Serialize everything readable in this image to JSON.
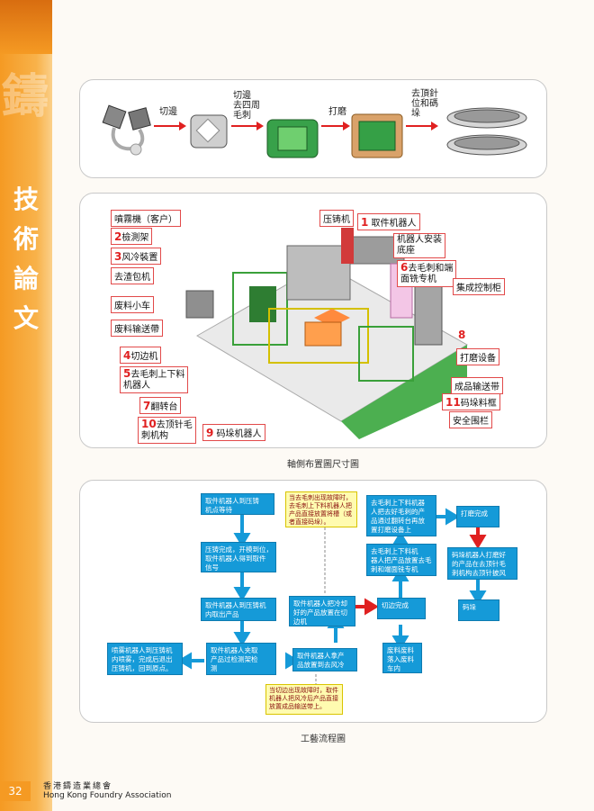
{
  "sidebar": {
    "title_chars": [
      "技",
      "術",
      "論",
      "文"
    ],
    "glyph": "鑄"
  },
  "process": {
    "steps": [
      "切邊",
      "切邊\n去四周\n毛刺",
      "打磨",
      "去頂針\n位和碼\n垛"
    ]
  },
  "layout_figure": {
    "caption": "軸側布置圖尺寸圖",
    "labels": {
      "spray": "噴霧機（客户）",
      "n2": "2",
      "detect": "檢測架",
      "n3": "3",
      "aircool": "风冷裝置",
      "slag": "去渣包机",
      "wastecar": "废料小车",
      "wasteconv": "废料输送帶",
      "n4": "4",
      "trim": "切边机",
      "n5": "5",
      "deburr": "去毛刺上下料\n机器人",
      "n7": "7",
      "turn": "翻转台",
      "n10": "10",
      "ejector": "去顶针毛\n刺机构",
      "n9": "9",
      "stack": "码垛机器人",
      "diecast": "压铸机",
      "n1": "1",
      "take": "取件机器人",
      "base": "机器人安装\n底座",
      "n6": "6",
      "mill": "去毛刺和端\n面铣专机",
      "control": "集成控制柜",
      "n8": "8",
      "grind": "打磨设备",
      "output": "成品输送带",
      "n11": "11",
      "frame": "码垛料框",
      "fence": "安全围栏"
    }
  },
  "flow_figure": {
    "caption": "工藝流程圖",
    "boxes": {
      "b1": "取件机器人到压铸\n机点等待",
      "b2": "压铸完成，开模到位，\n取件机器人得到取件\n信号",
      "b3": "取件机器人到压铸机\n内取出产品",
      "b4": "取件机器人夹取\n产品过检测架检\n测",
      "b5": "喷雾机器人到压铸机\n内喷雾，完成后退出\n压铸机，回到原点。",
      "b6": "取件机器人拿产\n品放置到去风冷",
      "b7": "取件机器人把冷却\n好的产品放置在切\n边机",
      "b8": "切边完成",
      "b9": "去毛刺上下料机\n器人把产品放置去毛\n刺和端面铣专机",
      "b10": "去毛刺上下料机器\n人把去好毛刺的产\n品通过翻转台再放\n置打磨设备上",
      "b11": "废料废料\n落入废料\n车内",
      "b12": "打磨完成",
      "b13": "码垛机器人打磨好\n的产品在去顶针毛\n刺机构去顶针披风",
      "b14": "码垛"
    },
    "notes": {
      "n1": "当去毛刺出现故障时，\n去毛刺上下料机器人把\n产品直接放置将槽（或\n者直接码垛）。",
      "n2": "当切边出现故障时，取件\n机器人把风冷后产品直接\n放置成品输送带上。"
    }
  },
  "footer": {
    "page": "32",
    "org_zh": "香港鑄造業總會",
    "org_en": "Hong Kong Foundry Association"
  }
}
